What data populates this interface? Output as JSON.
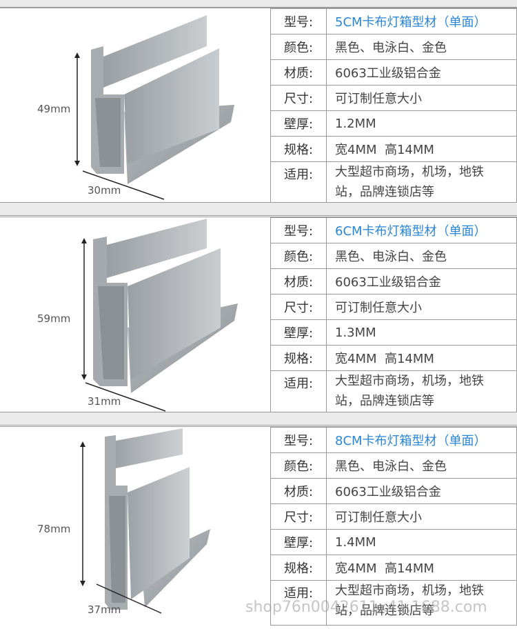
{
  "products": [
    {
      "height_label": "49mm",
      "width_label": "30mm",
      "rows": [
        [
          "型号:",
          "5CM卡布灯箱型材（单面）"
        ],
        [
          "颜色:",
          "黑色、电泳白、金色"
        ],
        [
          "材质:",
          "6063工业级铝合金"
        ],
        [
          "尺寸:",
          "可订制任意大小"
        ],
        [
          "壁厚:",
          "1.2MM"
        ],
        [
          "规格:",
          "宽4MM  高14MM"
        ],
        [
          "适用:",
          "大型超市商场，机场，地铁站，品牌连锁店等"
        ]
      ]
    },
    {
      "height_label": "59mm",
      "width_label": "31mm",
      "rows": [
        [
          "型号:",
          "6CM卡布灯箱型材（单面）"
        ],
        [
          "颜色:",
          "黑色、电泳白、金色"
        ],
        [
          "材质:",
          "6063工业级铝合金"
        ],
        [
          "尺寸:",
          "可订制任意大小"
        ],
        [
          "壁厚:",
          "1.3MM"
        ],
        [
          "规格:",
          "宽4MM  高14MM"
        ],
        [
          "适用:",
          "大型超市商场，机场，地铁站，品牌连锁店等"
        ]
      ]
    },
    {
      "height_label": "78mm",
      "width_label": "37mm",
      "rows": [
        [
          "型号:",
          "8CM卡布灯箱型材（单面）"
        ],
        [
          "颜色:",
          "黑色、电泳白、金色"
        ],
        [
          "材质:",
          "6063工业级铝合金"
        ],
        [
          "尺寸:",
          "可订制任意大小"
        ],
        [
          "壁厚:",
          "1.4MM"
        ],
        [
          "规格:",
          "宽4MM  高14MM"
        ],
        [
          "适用:",
          "大型超市商场，机场，地铁站，品牌连锁店等"
        ]
      ]
    }
  ],
  "watermark": "shop76n0042611x41.1688.com",
  "colors": {
    "model_text": "#2a86d6",
    "border": "#999999",
    "separator": "#eaeaea"
  }
}
